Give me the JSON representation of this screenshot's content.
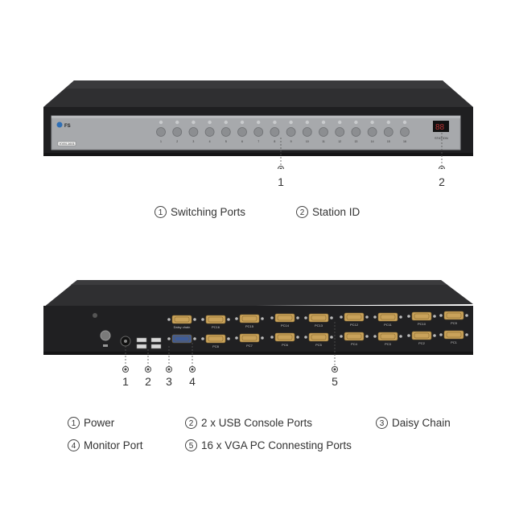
{
  "front": {
    "brand": "FS",
    "model_label": "KVM-1601",
    "port_numbers": [
      "1",
      "2",
      "3",
      "4",
      "5",
      "6",
      "7",
      "8",
      "9",
      "10",
      "11",
      "12",
      "13",
      "14",
      "15",
      "16"
    ],
    "id_label": "STATION",
    "id_digits": "88",
    "markers": [
      "1",
      "2"
    ],
    "legend": [
      {
        "num": "1",
        "label": "Switching Ports"
      },
      {
        "num": "2",
        "label": "Station ID"
      }
    ]
  },
  "rear": {
    "daisy_label": "Daisy chain",
    "pc_top_labels": [
      "PC16",
      "PC15",
      "PC14",
      "PC13",
      "PC12",
      "PC11",
      "PC10",
      "PC9"
    ],
    "pc_bottom_labels": [
      "PC8",
      "PC7",
      "PC6",
      "PC5",
      "PC4",
      "PC3",
      "PC2",
      "PC1"
    ],
    "markers": [
      "1",
      "2",
      "3",
      "4",
      "5"
    ],
    "legend": [
      {
        "num": "1",
        "label": "Power"
      },
      {
        "num": "2",
        "label": "2 x USB Console Ports"
      },
      {
        "num": "3",
        "label": "Daisy Chain"
      },
      {
        "num": "4",
        "label": "Monitor Port"
      },
      {
        "num": "5",
        "label": "16 x VGA PC Connesting Ports"
      }
    ]
  },
  "colors": {
    "chassis": "#2b2b2d",
    "panel": "#a4a6a9",
    "vga_port": "#c9a25a",
    "monitor_port": "#3e5c99"
  }
}
